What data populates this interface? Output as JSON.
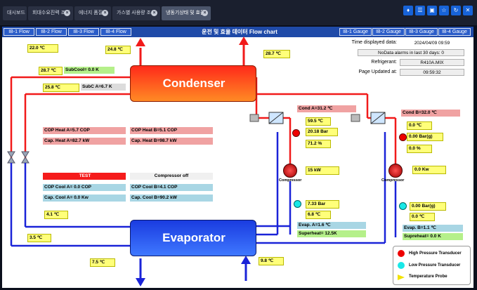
{
  "tabs": [
    {
      "label": "대시보드",
      "closable": false
    },
    {
      "label": "회대수요진력 조회",
      "closable": true
    },
    {
      "label": "에너지 품질",
      "closable": true
    },
    {
      "label": "가스별 사용량 조회",
      "closable": true
    },
    {
      "label": "냉동기상태 및 효율",
      "closable": true,
      "active": true
    }
  ],
  "toolbar_icons": [
    "bell-icon",
    "tray-icon",
    "monitor-icon",
    "star-icon",
    "refresh-icon",
    "close-icon"
  ],
  "header": {
    "title": "운전 및 효율 데이터 Flow chart",
    "flow_buttons": [
      "IB-1 Flow",
      "IB-2 Flow",
      "IB-3 Flow",
      "IB-4 Flow"
    ],
    "gauge_buttons": [
      "IB-1 Gauge",
      "IB-2 Gauge",
      "IB-3 Gauge",
      "IB-4 Gauge"
    ]
  },
  "info": {
    "time_label": "Time displayed data:",
    "time_value": "2024/04/09 09:59",
    "alarms": "NoData alarms in last 30 days: 0",
    "refrigerant_label": "Refrigerant:",
    "refrigerant_value": "R410A.MIX",
    "updated_label": "Page Updated at:",
    "updated_value": "09:59:32"
  },
  "units": {
    "condenser": "Condenser",
    "evaporator": "Evaporator"
  },
  "temps": {
    "t_outdoor_in": "22.0 ℃",
    "t_cond_top": "24.8 ℃",
    "t_cond_out_right": "28.7 ℃",
    "t_left_upper": "28.7 ℃",
    "t_left_25": "25.8 ℃",
    "t_evap_41": "4.1 ℃",
    "t_evap_35": "3.5 ℃",
    "t_evap_out": "7.5 ℃",
    "t_evap_in": "9.8 ℃"
  },
  "subcool": "SubCool=   0.0 K",
  "subc_a": "SubC A=6.7 K",
  "cop": {
    "heat_a": "COP Heat A=5.7 COP",
    "heat_b": "COP Heat B=5.1 COP",
    "cap_heat_a": "Cap. Heat A=82.7 kW",
    "cap_heat_b": "Cap. Heat B=98.7 kW",
    "test": "TEST",
    "compressor_off": "Compressor off",
    "cool_a": "COP Cool A=    0.0 COP",
    "cool_b": "COP Cool B=4.1 COP",
    "cap_cool_a": "Cap. Cool A=    0.0 Kw",
    "cap_cool_b": "Cap. Cool B=90.2 kW"
  },
  "circuit_a": {
    "cond": "Cond A=31.2 ℃",
    "t1": "59.5 ℃",
    "pressure": "20.18 Bar",
    "pct": "71.2 %",
    "kw": "15 kW",
    "compressor": "Compressor",
    "low_bar": "7.33 Bar",
    "low_t": "6.8 ℃",
    "evap": "Evap. A=1.6 ℃",
    "superheat": "Superheat=  12.5K"
  },
  "circuit_b": {
    "cond": "Cond B=32.0 ℃",
    "t1": "0.0 ℃",
    "pressure": "0.00 Bar(g)",
    "pct": "0.0 %",
    "kw": "0.0 Kw",
    "compressor": "Compressor",
    "low_bar": "0.00 Bar(g)",
    "low_t": "0.0 ℃",
    "evap": "Evap. B=1.1 ℃",
    "superheat": "Supreheat=  0.0 K"
  },
  "legend": {
    "high": "High Pressure Transducer",
    "low": "Low Pressure Transducer",
    "probe": "Temperature Probe"
  },
  "colors": {
    "pipe_red": "#f11a1a",
    "pipe_blue": "#1a23d8",
    "condenser": "#ff5a14",
    "evaporator": "#1a4fe0",
    "header": "#1f4aa8"
  }
}
